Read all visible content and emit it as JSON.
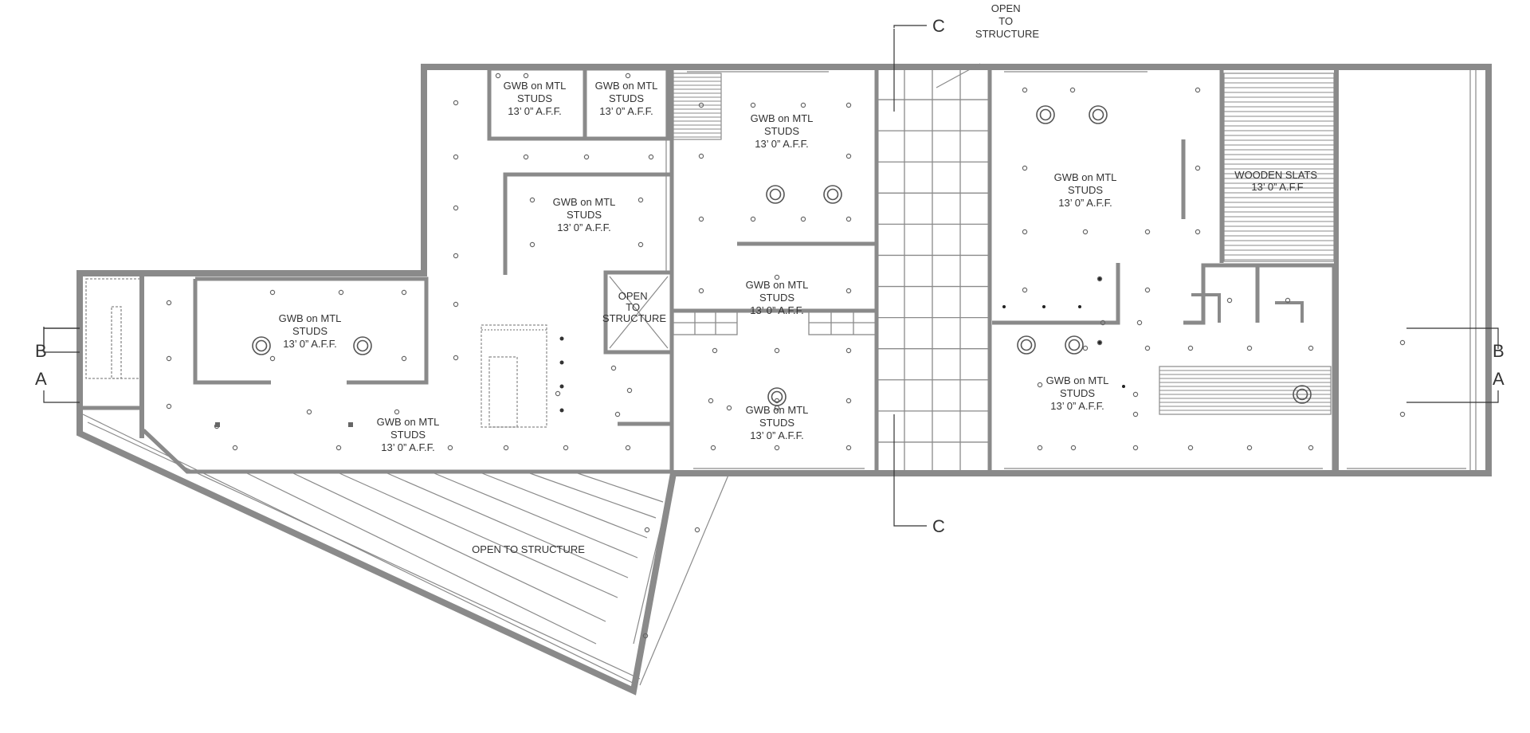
{
  "plan": {
    "ceiling_label": [
      "GWB on MTL",
      "STUDS",
      "13’ 0” A.F.F."
    ],
    "wooden_slats": [
      "WOODEN SLATS",
      "13’ 0” A.F.F"
    ],
    "open_structure_top": [
      "OPEN",
      "TO",
      "STRUCTURE"
    ],
    "open_structure_core": [
      "OPEN",
      "TO",
      "STRUCTURE"
    ],
    "open_structure_bottom": "OPEN TO STRUCTURE",
    "section_markers": {
      "a": "A",
      "b": "B",
      "c": "C"
    }
  },
  "colors": {
    "wall": "#8a8a8a",
    "ink": "#333333"
  }
}
